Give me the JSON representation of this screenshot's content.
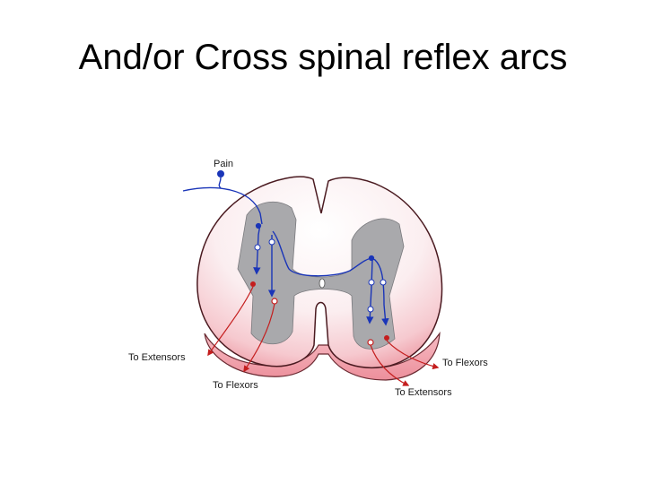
{
  "slide": {
    "title": "And/or Cross spinal reflex arcs"
  },
  "diagram": {
    "labels": {
      "pain": "Pain",
      "left_extensors": "To Extensors",
      "left_flexors": "To Flexors",
      "right_flexors": "To Flexors",
      "right_extensors": "To Extensors"
    },
    "colors": {
      "sensory_pathway": "#1a35b8",
      "motor_pathway": "#c41e1e",
      "gray_matter": "#a9a9ac",
      "white_matter_outer": "#f0a9b2",
      "white_matter_inner": "#fbeef0"
    }
  }
}
